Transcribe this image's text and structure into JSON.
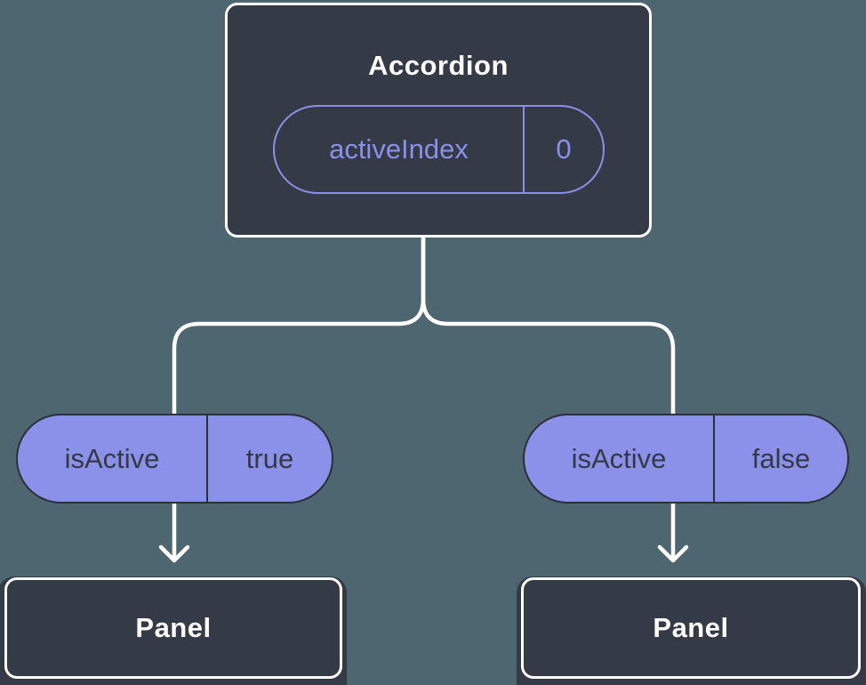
{
  "diagram": {
    "description": "component-tree-state-diagram",
    "root_node": {
      "title": "Accordion",
      "state_pill": {
        "name": "activeIndex",
        "value": "0"
      }
    },
    "children": [
      {
        "prop_pill": {
          "name": "isActive",
          "value": "true"
        },
        "node": {
          "title": "Panel"
        }
      },
      {
        "prop_pill": {
          "name": "isActive",
          "value": "false"
        },
        "node": {
          "title": "Panel"
        }
      }
    ]
  },
  "colors": {
    "canvas_background": "#4d6670",
    "page_edge_dark": "#343a46",
    "node_fill": "#343a46",
    "node_border": "#ffffff",
    "accent_purple": "#8a90e8",
    "pill_fill": "#8b90e8",
    "pill_border_dark": "#2b313b",
    "pill_text_dark": "#333a45",
    "connector": "#ffffff"
  }
}
